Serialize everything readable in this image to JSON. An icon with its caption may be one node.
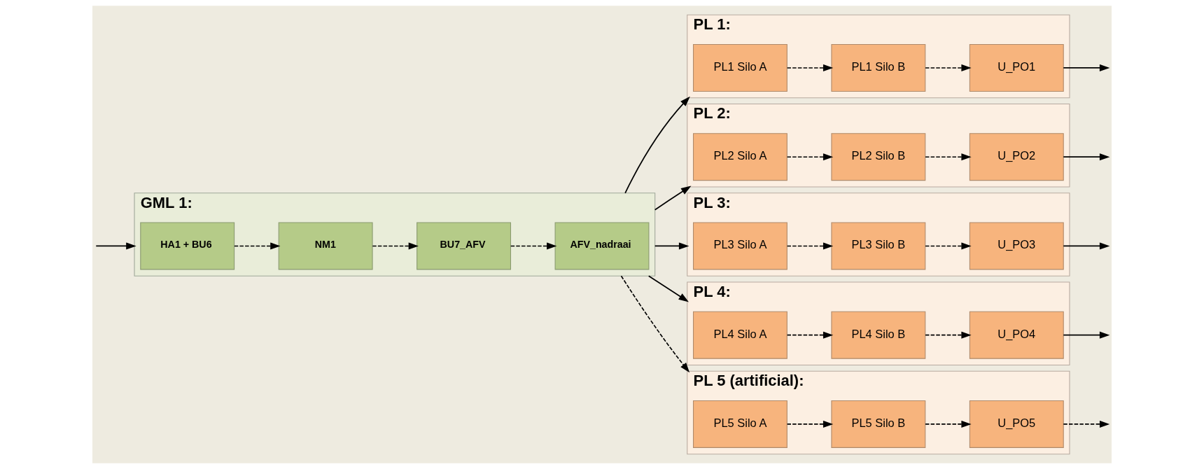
{
  "diagram": {
    "nodes": [
      {
        "text": [
          "GML 1:"
        ]
      },
      {
        "text": [
          "HA1 + BU6"
        ],
        "in": 0
      },
      {
        "text": [
          "NM1"
        ],
        "in": 0
      },
      {
        "text": [
          "BU7_AFV"
        ],
        "in": 0
      },
      {
        "text": [
          "AFV_nadraai"
        ],
        "in": 0
      },
      {
        "text": [
          "PL 1:"
        ]
      },
      {
        "text": [
          "PL1 Silo A"
        ],
        "in": 5
      },
      {
        "text": [
          "PL1 Silo B"
        ],
        "in": 5
      },
      {
        "text": [
          "U_PO1"
        ],
        "in": 5
      },
      {
        "text": [
          "PL 2:"
        ]
      },
      {
        "text": [
          "PL2 Silo A"
        ],
        "in": 9
      },
      {
        "text": [
          "PL2 Silo B"
        ],
        "in": 9
      },
      {
        "text": [
          "U_PO2"
        ],
        "in": 9
      },
      {
        "text": [
          "PL 3:"
        ]
      },
      {
        "text": [
          "PL3 Silo A"
        ],
        "in": 13
      },
      {
        "text": [
          "PL3 Silo B"
        ],
        "in": 13
      },
      {
        "text": [
          "U_PO3"
        ],
        "in": 13
      },
      {
        "text": [
          "PL 4:"
        ]
      },
      {
        "text": [
          "PL4 Silo A"
        ],
        "in": 17
      },
      {
        "text": [
          "PL4 Silo B"
        ],
        "in": 17
      },
      {
        "text": [
          "U_PO4"
        ],
        "in": 17
      },
      {
        "text": [
          "PL 5 (artificial):"
        ]
      },
      {
        "text": [
          "PL5 Silo A"
        ],
        "in": 21
      },
      {
        "text": [
          "PL5 Silo B"
        ],
        "in": 21
      },
      {
        "text": [
          "U_PO5"
        ],
        "in": 21
      }
    ],
    "edges": [
      {
        "from": null,
        "to": 0,
        "arrow": "to"
      },
      {
        "from": 1,
        "to": 2,
        "arrow": "to",
        "style": "dashed"
      },
      {
        "from": 2,
        "to": 3,
        "arrow": "to",
        "style": "dashed"
      },
      {
        "from": 3,
        "to": 4,
        "arrow": "to",
        "style": "dashed"
      },
      {
        "from": 0,
        "to": 5,
        "arrow": "to"
      },
      {
        "from": 0,
        "to": 9,
        "arrow": "to"
      },
      {
        "from": 0,
        "to": 13,
        "arrow": "to"
      },
      {
        "from": 0,
        "to": 17,
        "arrow": "to"
      },
      {
        "from": 0,
        "to": 21,
        "arrow": "to",
        "style": "dashed"
      },
      {
        "from": 6,
        "to": 7,
        "arrow": "to",
        "style": "dashed"
      },
      {
        "from": 7,
        "to": 8,
        "arrow": "to",
        "style": "dashed"
      },
      {
        "from": 8,
        "to": null,
        "arrow": "to"
      },
      {
        "from": 10,
        "to": 11,
        "arrow": "to",
        "style": "dashed"
      },
      {
        "from": 11,
        "to": 12,
        "arrow": "to",
        "style": "dashed"
      },
      {
        "from": 12,
        "to": null,
        "arrow": "to"
      },
      {
        "from": 14,
        "to": 15,
        "arrow": "to",
        "style": "dashed"
      },
      {
        "from": 15,
        "to": 16,
        "arrow": "to",
        "style": "dashed"
      },
      {
        "from": 16,
        "to": null,
        "arrow": "to"
      },
      {
        "from": 18,
        "to": 19,
        "arrow": "to",
        "style": "dashed"
      },
      {
        "from": 19,
        "to": 20,
        "arrow": "to",
        "style": "dashed"
      },
      {
        "from": 20,
        "to": null,
        "arrow": "to"
      },
      {
        "from": 22,
        "to": 23,
        "arrow": "to",
        "style": "dashed"
      },
      {
        "from": 23,
        "to": 24,
        "arrow": "to",
        "style": "dashed"
      },
      {
        "from": 24,
        "to": null,
        "arrow": "to",
        "style": "dashed"
      }
    ]
  }
}
